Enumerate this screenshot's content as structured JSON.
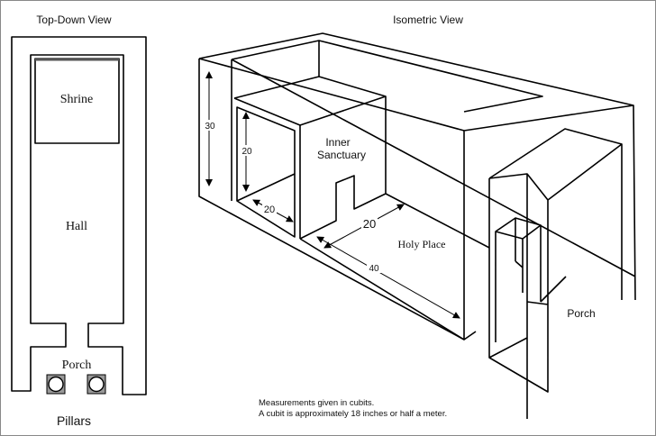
{
  "top_down": {
    "title": "Top-Down View",
    "labels": {
      "shrine": "Shrine",
      "hall": "Hall",
      "porch": "Porch",
      "pillars": "Pillars"
    }
  },
  "isometric": {
    "title": "Isometric View",
    "labels": {
      "inner_sanctuary_1": "Inner",
      "inner_sanctuary_2": "Sanctuary",
      "holy_place": "Holy Place",
      "porch": "Porch"
    },
    "dimensions": {
      "height_outer": "30",
      "height_inner": "20",
      "depth_inner": "20",
      "width_holy": "20",
      "length_holy": "40"
    },
    "note_1": "Measurements given in cubits.",
    "note_2": "A cubit is approximately 18 inches or half a meter."
  }
}
